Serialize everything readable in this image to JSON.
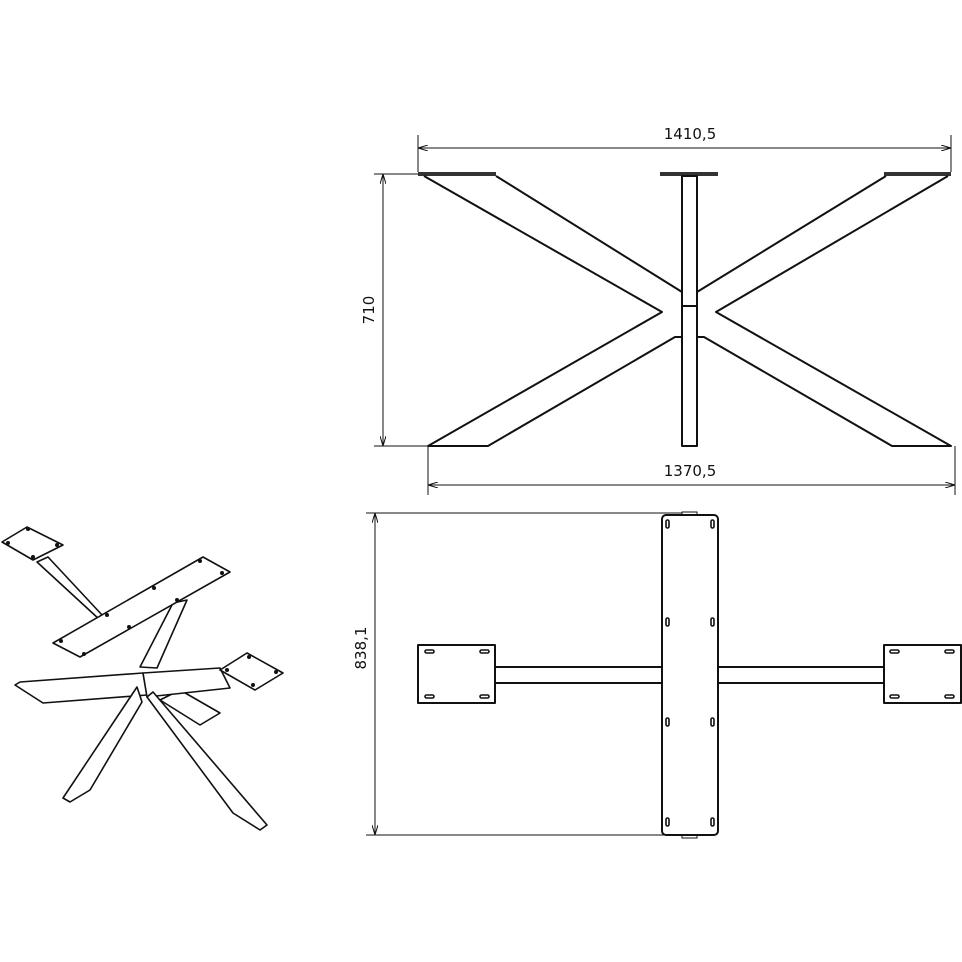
{
  "drawing": {
    "front_view": {
      "width_top": "1410,5",
      "height": "710",
      "width_bottom": "1370,5"
    },
    "top_view": {
      "depth": "838,1"
    },
    "line_color": "#111111",
    "background": "#ffffff"
  }
}
